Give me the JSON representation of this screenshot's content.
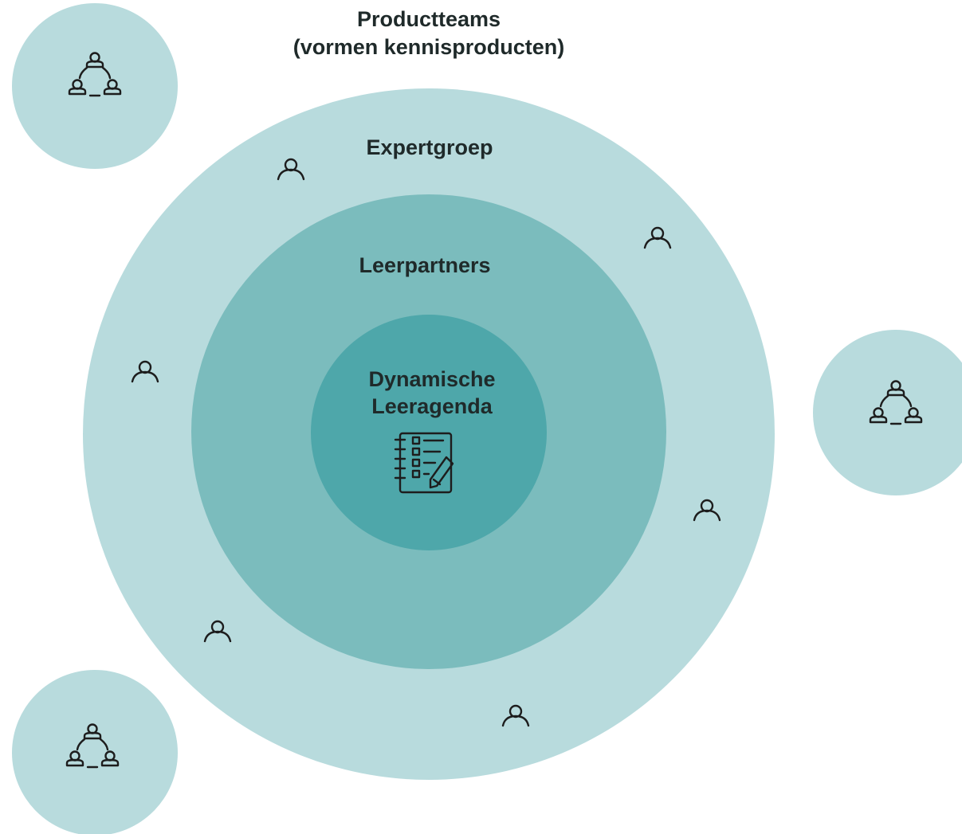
{
  "title": {
    "line1": "Productteams",
    "line2": "(vormen kennisproducten)"
  },
  "rings": {
    "outer_label": "Expertgroep",
    "middle_label": "Leerpartners",
    "inner_label_line1": "Dynamische",
    "inner_label_line2": "Leeragenda"
  },
  "colors": {
    "outer": "#b8dbdd",
    "middle": "#7bbcbd",
    "inner": "#4ea7aa",
    "team": "#b8dbdd",
    "icon": "#1d1d1d"
  },
  "icons": {
    "person": "person-icon",
    "team": "team-icon",
    "agenda": "notebook-checklist-pen-icon"
  }
}
